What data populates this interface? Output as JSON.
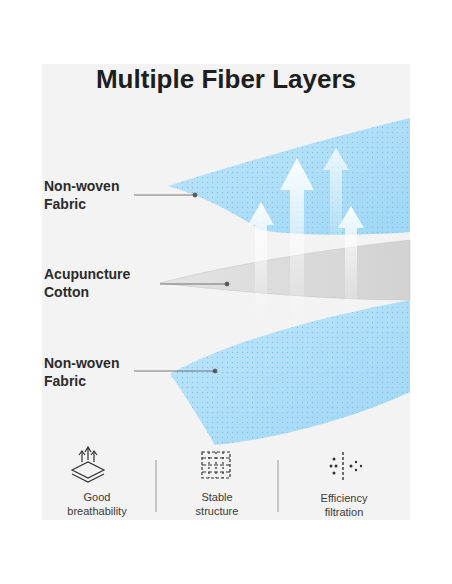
{
  "diagram": {
    "title": "Multiple Fiber Layers",
    "labels": [
      "Non-woven Fabric",
      "Acupuncture Cotton",
      "Non-woven Fabric",
      "Good breathability",
      "Stable structure",
      "Efficiency filtration"
    ]
  }
}
